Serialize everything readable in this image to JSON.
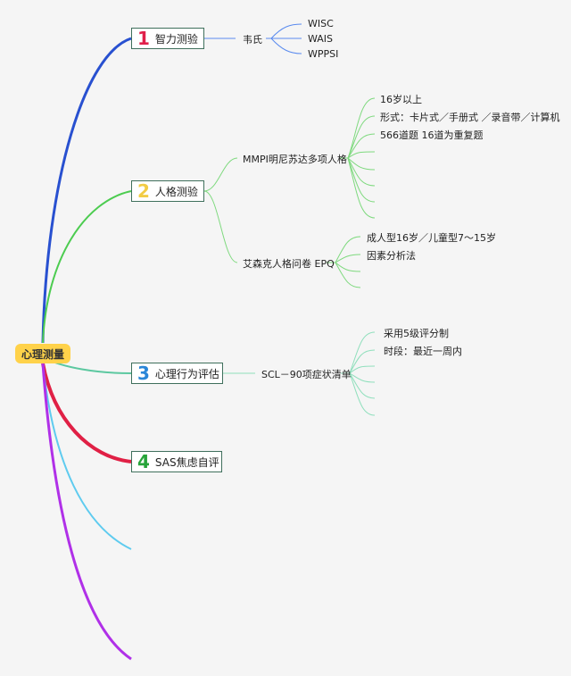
{
  "root": {
    "label": "心理测量"
  },
  "colors": {
    "branch1": "#2850d0",
    "branch2": "#4ccc50",
    "branch3": "#5cc8a0",
    "branch4": "#e02045",
    "branch5": "#5ecbef",
    "branch6": "#b030e8",
    "sub1": "#5a8bef",
    "sub2": "#7ed97e",
    "sub3": "#8fdfbc",
    "num1": "#e0204a",
    "num2": "#f2cc45",
    "num3": "#2a86d8",
    "num4": "#27a43a"
  },
  "topics": [
    {
      "num": "1",
      "label": "智力测验",
      "children": [
        {
          "label": "韦氏",
          "children": [
            {
              "label": "WISC"
            },
            {
              "label": "WAIS"
            },
            {
              "label": "WPPSI"
            }
          ]
        }
      ]
    },
    {
      "num": "2",
      "label": "人格测验",
      "children": [
        {
          "label": "MMPI明尼苏达多项人格",
          "children": [
            {
              "label": "16岁以上"
            },
            {
              "label": "形式：卡片式／手册式 ／录音带／计算机"
            },
            {
              "label": "566道题 16道为重复题"
            }
          ]
        },
        {
          "label": "艾森克人格问卷 EPQ",
          "children": [
            {
              "label": "成人型16岁／儿童型7〜15岁"
            },
            {
              "label": "因素分析法"
            }
          ]
        }
      ]
    },
    {
      "num": "3",
      "label": "心理行为评估",
      "children": [
        {
          "label": "SCL－90项症状清单",
          "children": [
            {
              "label": "采用5级评分制"
            },
            {
              "label": "时段：最近一周内"
            }
          ]
        }
      ]
    },
    {
      "num": "4",
      "label": "SAS焦虑自评",
      "children": []
    }
  ]
}
